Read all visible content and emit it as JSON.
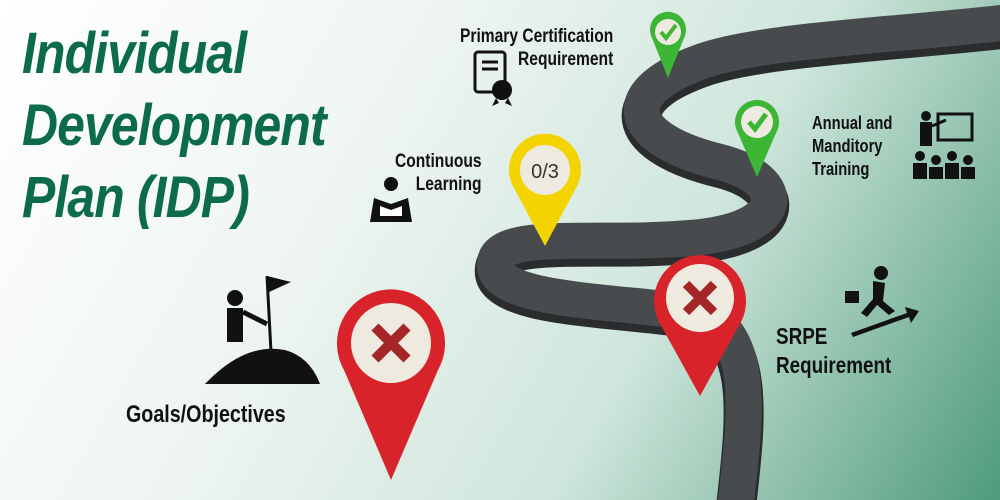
{
  "title": [
    "Individual",
    "Development",
    "Plan (IDP)"
  ],
  "milestones": [
    {
      "label": "Goals/Objectives",
      "status": "incomplete",
      "icon": "flag-summit-icon",
      "color": "#d8232a"
    },
    {
      "label": "SRPE Requirement",
      "label_lines": [
        "SRPE",
        "Requirement"
      ],
      "status": "incomplete",
      "icon": "running-upward-icon",
      "color": "#d8232a"
    },
    {
      "label": "Continuous Learning",
      "label_lines": [
        "Continuous",
        "Learning"
      ],
      "status": "progress",
      "progress": "0/3",
      "icon": "reading-person-icon",
      "color": "#f3d400"
    },
    {
      "label": "Annual and Manditory Training",
      "label_lines": [
        "Annual and",
        "Manditory",
        "Training"
      ],
      "status": "complete",
      "icon": "classroom-training-icon",
      "color": "#3db535"
    },
    {
      "label": "Primary Certification Requirement",
      "label_lines": [
        "Primary Certification",
        "Requirement"
      ],
      "status": "complete",
      "icon": "certificate-icon",
      "color": "#3db535"
    }
  ]
}
